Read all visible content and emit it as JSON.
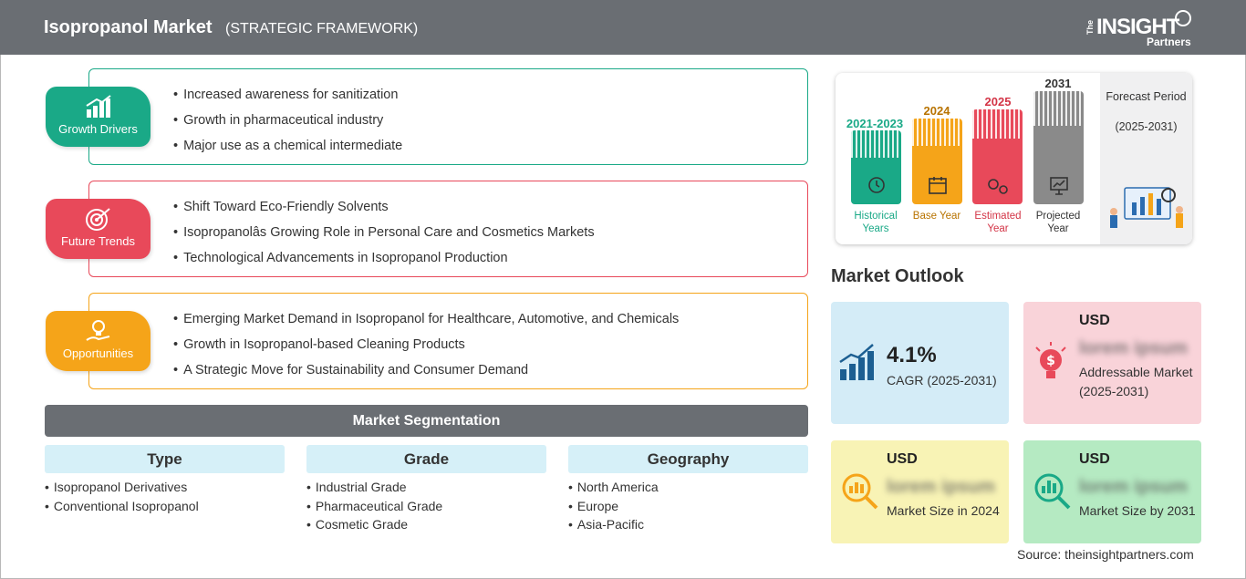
{
  "header": {
    "title": "Isopropanol Market",
    "subtitle": "(STRATEGIC FRAMEWORK)",
    "logo": {
      "the": "The",
      "main": "INSIGHT",
      "partners": "Partners"
    }
  },
  "colors": {
    "header_bg": "#6a6e73",
    "growth": "#1aa987",
    "trends": "#e8495a",
    "opportunities": "#f5a419",
    "historical": "#1aa987",
    "base": "#f5a419",
    "estimated": "#e8495a",
    "projected": "#8a8a8a"
  },
  "growth_drivers": {
    "label": "Growth Drivers",
    "icon": "bar-chart-growth-icon",
    "items": [
      "Increased awareness for sanitization",
      "Growth in pharmaceutical industry",
      "Major use as a chemical intermediate"
    ]
  },
  "future_trends": {
    "label": "Future Trends",
    "icon": "target-icon",
    "items": [
      "Shift Toward Eco-Friendly Solvents",
      "Isopropanolâs Growing Role in Personal Care and Cosmetics Markets",
      "Technological Advancements in Isopropanol Production"
    ]
  },
  "opportunities": {
    "label": "Opportunities",
    "icon": "lightbulb-hand-icon",
    "items": [
      "Emerging Market Demand in Isopropanol for Healthcare, Automotive, and Chemicals",
      "Growth in Isopropanol-based Cleaning Products",
      "A Strategic Move for Sustainability and Consumer Demand"
    ]
  },
  "segmentation": {
    "title": "Market Segmentation",
    "columns": [
      {
        "head": "Type",
        "items": [
          "Isopropanol Derivatives",
          "Conventional Isopropanol"
        ]
      },
      {
        "head": "Grade",
        "items": [
          "Industrial Grade",
          "Pharmaceutical Grade",
          "Cosmetic Grade"
        ]
      },
      {
        "head": "Geography",
        "items": [
          "North America",
          "Europe",
          "Asia-Pacific"
        ]
      }
    ]
  },
  "timeline": {
    "periods": [
      {
        "year": "2021-2023",
        "caption": "Historical Years",
        "icon": "history-clock-icon"
      },
      {
        "year": "2024",
        "caption": "Base Year",
        "icon": "calendar-icon"
      },
      {
        "year": "2025",
        "caption": "Estimated Year",
        "icon": "gears-chart-icon"
      },
      {
        "year": "2031",
        "caption": "Projected Year",
        "icon": "presentation-board-icon"
      }
    ],
    "forecast": {
      "label": "Forecast Period",
      "range": "(2025-2031)",
      "icon": "analytics-people-icon"
    }
  },
  "outlook": {
    "title": "Market Outlook",
    "cagr": {
      "value": "4.1%",
      "label": "CAGR (2025-2031)",
      "icon": "rising-bars-icon"
    },
    "addressable": {
      "currency": "USD",
      "value": "lorem ipsum",
      "label": "Addressable Market (2025-2031)",
      "icon": "lightbulb-dollar-icon"
    },
    "size_2024": {
      "currency": "USD",
      "value": "lorem ipsum",
      "label": "Market Size in 2024",
      "icon": "magnifier-dollar-icon"
    },
    "size_2031": {
      "currency": "USD",
      "value": "lorem ipsum",
      "label": "Market Size by 2031",
      "icon": "magnifier-chart-icon"
    }
  },
  "source": "Source: theinsightpartners.com"
}
